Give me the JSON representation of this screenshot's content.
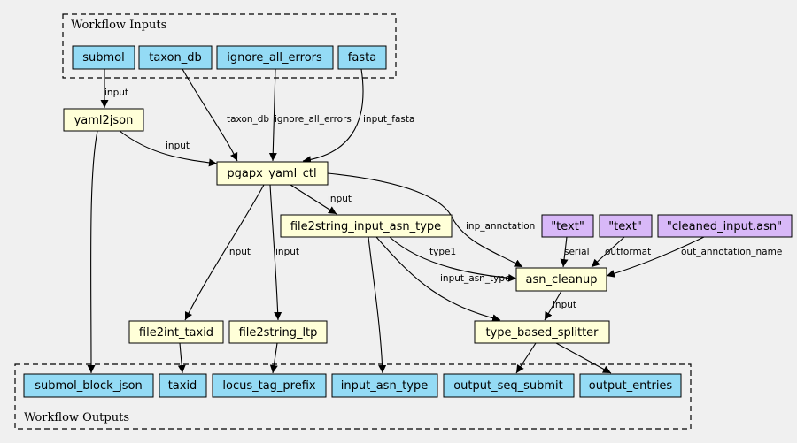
{
  "colors": {
    "io": "#94dbf5",
    "step": "#ffffd8",
    "literal": "#d8b8f8",
    "background": "#f0f0f0"
  },
  "clusters": {
    "inputs": "Workflow Inputs",
    "outputs": "Workflow Outputs"
  },
  "nodes": {
    "submol": "submol",
    "taxon_db": "taxon_db",
    "ignore_all_errors": "ignore_all_errors",
    "fasta": "fasta",
    "yaml2json": "yaml2json",
    "pgapx_yaml_ctl": "pgapx_yaml_ctl",
    "file2string_input_asn_type": "file2string_input_asn_type",
    "text1": "\"text\"",
    "text2": "\"text\"",
    "cleaned": "\"cleaned_input.asn\"",
    "asn_cleanup": "asn_cleanup",
    "file2int_taxid": "file2int_taxid",
    "file2string_ltp": "file2string_ltp",
    "type_based_splitter": "type_based_splitter",
    "submol_block_json": "submol_block_json",
    "taxid": "taxid",
    "locus_tag_prefix": "locus_tag_prefix",
    "input_asn_type": "input_asn_type",
    "output_seq_submit": "output_seq_submit",
    "output_entries": "output_entries"
  },
  "edge_labels": {
    "submol_yaml2json": "input",
    "taxon_db": "taxon_db",
    "ignore_all_errors": "ignore_all_errors",
    "input_fasta": "input_fasta",
    "yaml2json_pgapx": "input",
    "pgapx_file2string": "input",
    "inp_annotation": "inp_annotation",
    "pgapx_taxid": "input",
    "pgapx_ltp": "input",
    "type1": "type1",
    "input_asn_type": "input_asn_type",
    "serial": "serial",
    "outformat": "outformat",
    "out_annotation_name": "out_annotation_name",
    "cleanup_splitter": "input"
  }
}
